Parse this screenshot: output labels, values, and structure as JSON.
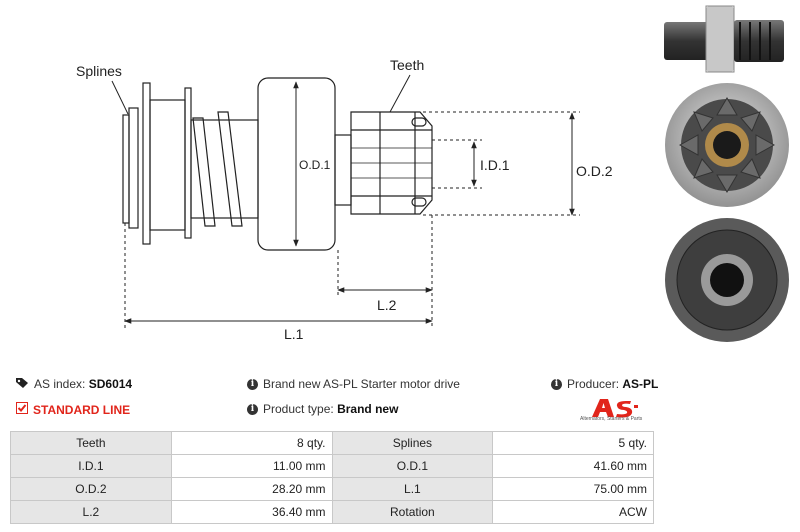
{
  "drawing_labels": {
    "splines": "Splines",
    "teeth": "Teeth",
    "od1": "O.D.1",
    "id1": "I.D.1",
    "od2": "O.D.2",
    "l2": "L.2",
    "l1": "L.1"
  },
  "info": {
    "as_index_label": "AS index:",
    "as_index_value": "SD6014",
    "standard_line": "STANDARD LINE",
    "description": "Brand new AS-PL Starter motor drive",
    "product_type_label": "Product type:",
    "product_type_value": "Brand new",
    "producer_label": "Producer:",
    "producer_value": "AS-PL",
    "brand_tagline": "Alternators, Starters & Parts"
  },
  "specs": [
    {
      "l1": "Teeth",
      "v1": "8 qty.",
      "l2": "Splines",
      "v2": "5 qty."
    },
    {
      "l1": "I.D.1",
      "v1": "11.00 mm",
      "l2": "O.D.1",
      "v2": "41.60 mm"
    },
    {
      "l1": "O.D.2",
      "v1": "28.20 mm",
      "l2": "L.1",
      "v2": "75.00 mm"
    },
    {
      "l1": "L.2",
      "v1": "36.40 mm",
      "l2": "Rotation",
      "v2": "ACW"
    }
  ],
  "colors": {
    "accent_red": "#e1251b",
    "label_bg": "#e6e6e6",
    "line": "#222222"
  }
}
